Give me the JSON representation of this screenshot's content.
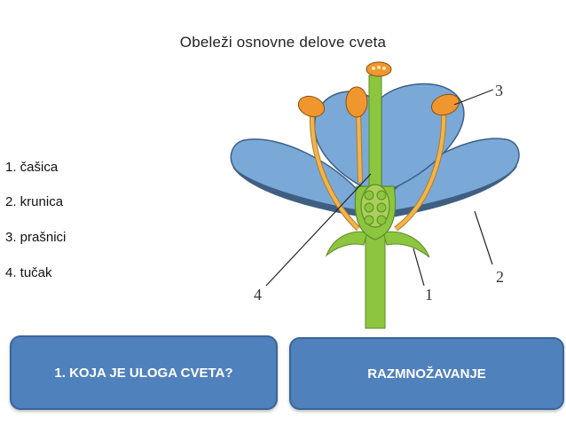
{
  "title": "Obeleži osnovne delove cveta",
  "legend": {
    "items": [
      "1. čašica",
      "2. krunica",
      "3. prašnici",
      "4. tučak"
    ]
  },
  "labels": {
    "n1": "1",
    "n2": "2",
    "n3": "3",
    "n4": "4"
  },
  "buttons": {
    "question": "1. KOJA JE ULOGA CVETA?",
    "answer": "RAZMNOŽAVANJE"
  },
  "colors": {
    "petal": "#7aa9d8",
    "petal_edge": "#3d5f85",
    "stem": "#8cc63f",
    "anther": "#f0962f",
    "filament": "#f2b44b",
    "button": "#4f81bd"
  }
}
